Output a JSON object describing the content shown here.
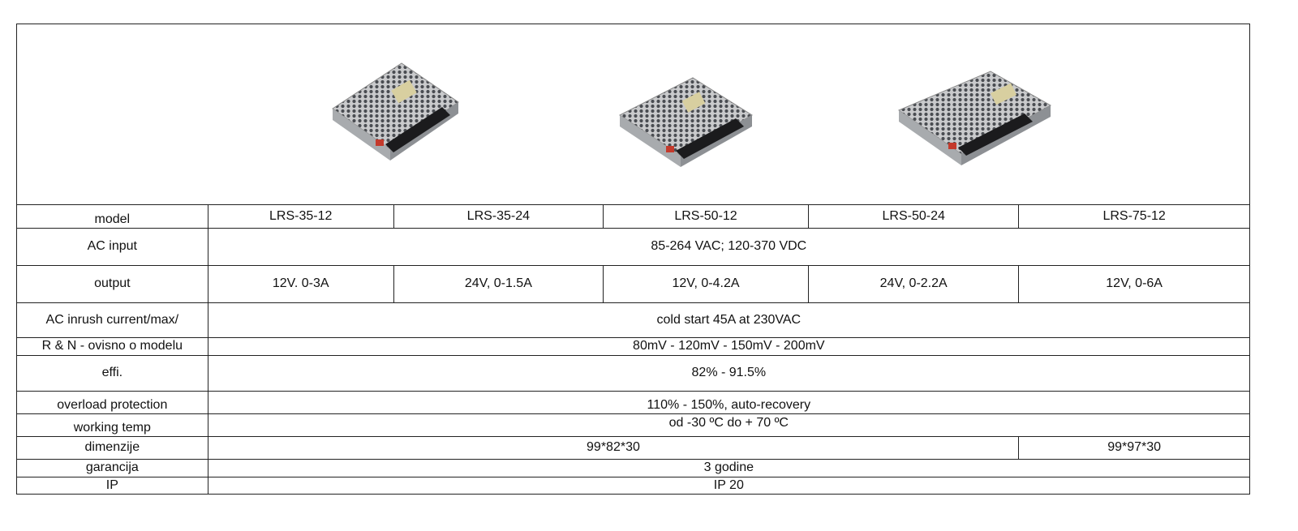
{
  "images": [
    {
      "name": "LRS-35 power supply photo"
    },
    {
      "name": "LRS-50 power supply photo"
    },
    {
      "name": "LRS-75 power supply photo"
    }
  ],
  "rows": {
    "model": {
      "label": "model",
      "values": [
        "LRS-35-12",
        "LRS-35-24",
        "LRS-50-12",
        "LRS-50-24",
        "LRS-75-12"
      ]
    },
    "ac_input": {
      "label": "AC input",
      "value": "85-264 VAC;  120-370 VDC"
    },
    "output": {
      "label": "output",
      "values": [
        "12V. 0-3A",
        "24V, 0-1.5A",
        "12V, 0-4.2A",
        "24V, 0-2.2A",
        "12V, 0-6A"
      ]
    },
    "inrush": {
      "label": "AC inrush current/max/",
      "value": "cold start 45A at 230VAC"
    },
    "rn": {
      "label": "R & N - ovisno o modelu",
      "value": "80mV - 120mV - 150mV - 200mV"
    },
    "effi": {
      "label": "effi.",
      "value": "82% - 91.5%"
    },
    "overload": {
      "label": "overload protection",
      "value": "110% - 150%, auto-recovery"
    },
    "temp": {
      "label": "working temp",
      "value": "od -30 ºC do + 70 ºC"
    },
    "dim": {
      "label": "dimenzije",
      "value_a": "99*82*30",
      "value_b": "99*97*30"
    },
    "warranty": {
      "label": "garancija",
      "value": "3 godine"
    },
    "ip": {
      "label": "IP",
      "value": "IP 20"
    }
  }
}
